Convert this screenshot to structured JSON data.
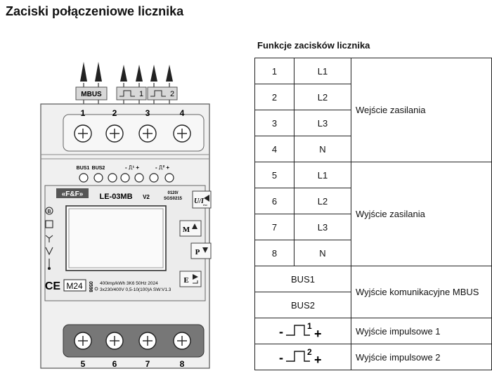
{
  "page_title": "Zaciski połączeniowe licznika",
  "table_title": "Funkcje zacisków licznika",
  "meter": {
    "mbus_box": "MBUS",
    "pulse1_box": "1",
    "pulse2_box": "2",
    "top_terminals": [
      "1",
      "2",
      "3",
      "4"
    ],
    "bottom_terminals": [
      "5",
      "6",
      "7",
      "8"
    ],
    "bus1_label": "BUS1",
    "bus2_label": "BUS2",
    "pulse1_label": "- ⎍¹ +",
    "pulse2_label": "- ⎍² +",
    "brand": "«F&F»",
    "model": "LE-03MB",
    "model_version": "V2",
    "cert_line1": "0120/",
    "cert_line2": "SGS0215",
    "btn_ui": "U/I",
    "btn_ui_sub": "esc",
    "btn_m": "M",
    "btn_p": "P",
    "btn_e": "E",
    "m24": "M24",
    "code_0598": "0598",
    "spec_line1": "400imp/kWh  3K6   50Hz   2024",
    "spec_line2": "3x230/400V  0,5-10(100)A  SW:V1.3"
  },
  "table": {
    "rows": [
      {
        "num": "1",
        "phase": "L1"
      },
      {
        "num": "2",
        "phase": "L2"
      },
      {
        "num": "3",
        "phase": "L3"
      },
      {
        "num": "4",
        "phase": "N"
      },
      {
        "num": "5",
        "phase": "L1"
      },
      {
        "num": "6",
        "phase": "L2"
      },
      {
        "num": "7",
        "phase": "L3"
      },
      {
        "num": "8",
        "phase": "N"
      }
    ],
    "group1_desc": "Wejście zasilania",
    "group2_desc": "Wyjście zasilania",
    "bus1": "BUS1",
    "bus2": "BUS2",
    "bus_desc": "Wyjście komunikacyjne MBUS",
    "pulse1_desc": "Wyjście impulsowe 1",
    "pulse2_desc": "Wyjście impulsowe 2",
    "pulse1_symbol_sup": "1",
    "pulse2_symbol_sup": "2"
  }
}
